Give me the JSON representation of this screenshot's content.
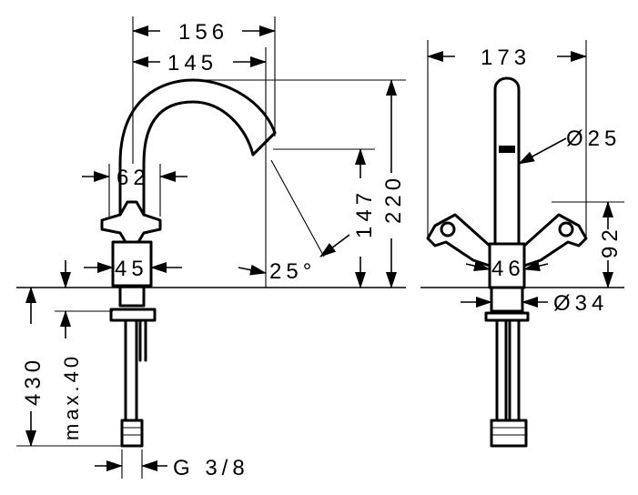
{
  "dimensions": {
    "spout_reach_outer": "156",
    "spout_reach_inner": "145",
    "height_total": "220",
    "spout_height": "147",
    "handle_spacing": "62",
    "body_width": "45",
    "angle": "25°",
    "install_length": "430",
    "max_depth": "max.40",
    "connection": "G 3/8",
    "total_width": "173",
    "spout_diameter": "Ø25",
    "handle_height": "92",
    "base_width": "46",
    "base_diameter": "Ø34"
  }
}
